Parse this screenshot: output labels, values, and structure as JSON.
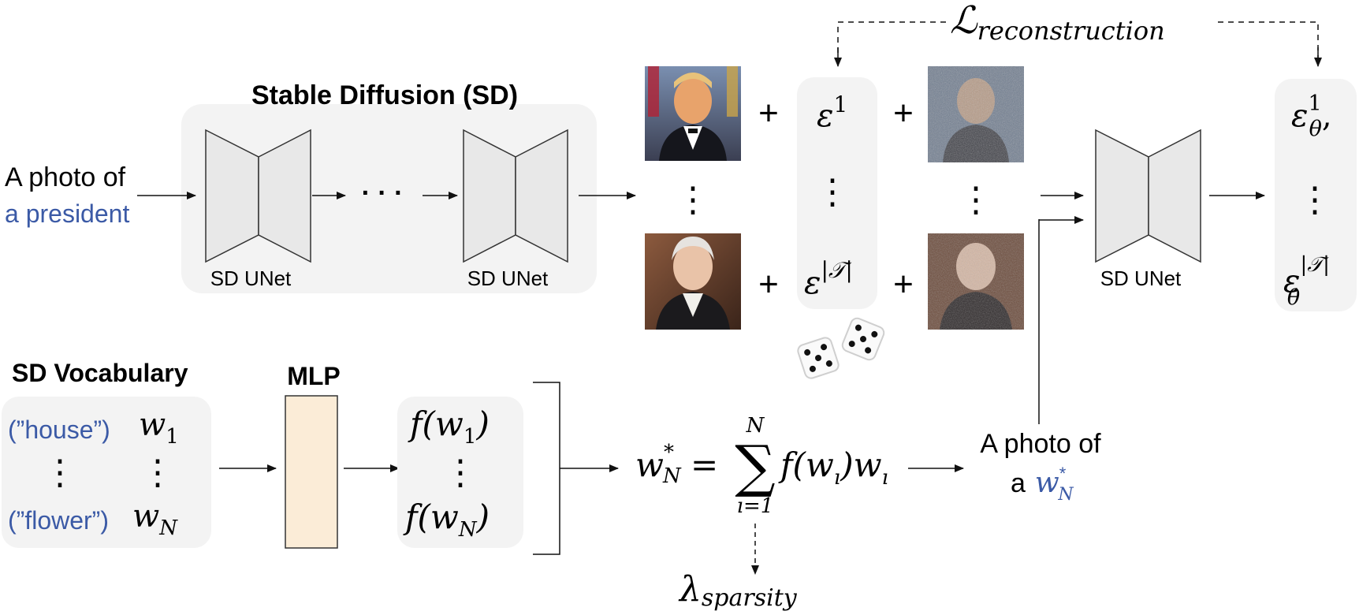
{
  "colors": {
    "panel": "#f3f3f3",
    "unet_fill": "#e8e8e8",
    "unet_stroke": "#333333",
    "mlp_fill": "#fbecd7",
    "blue_text": "#3b5aa6",
    "arrow": "#111111"
  },
  "prompt": {
    "line1": "A photo of",
    "line2": "a president"
  },
  "sd_block": {
    "title": "Stable Diffusion (SD)",
    "unet_label_1": "SD UNet",
    "unet_label_2": "SD UNet",
    "ellipsis": "· · ·"
  },
  "noise": {
    "plus": "+",
    "eps_top": "ε",
    "eps_top_sup": "1",
    "eps_bottom": "ε",
    "eps_bottom_sup": "|𝒯|",
    "vdots": "⋮"
  },
  "images": {
    "top_clean": "portrait with flags",
    "bottom_clean": "painted portrait",
    "top_noisy": "noisy portrait",
    "bottom_noisy": "noisy painted portrait",
    "dice": "dice-icon"
  },
  "loss": {
    "reconstruction_symbol": "ℒ",
    "reconstruction_sub": "reconstruction",
    "sparsity_symbol": "λ",
    "sparsity_sub": "sparsity"
  },
  "right_unet": {
    "label": "SD UNet"
  },
  "output": {
    "eps_top": "ε",
    "eps_top_sup": "1",
    "eps_top_sub": "θ",
    "eps_top_comma": ",",
    "eps_bottom": "ε",
    "eps_bottom_sup": "|𝒯|",
    "eps_bottom_sub": "θ"
  },
  "vocabulary": {
    "title": "SD Vocabulary",
    "word_top": "(”house”)",
    "word_bottom": "(”flower”)",
    "w_top": "w",
    "w_top_sub": "1",
    "w_bottom": "w",
    "w_bottom_sub": "N"
  },
  "mlp": {
    "title": "MLP"
  },
  "mlp_out": {
    "top": "f(w",
    "top_sub": "1",
    "top_close": ")",
    "bottom": "f(w",
    "bottom_sub": "N",
    "bottom_close": ")"
  },
  "equation": {
    "lhs": "w",
    "lhs_sup": "*",
    "lhs_sub": "N",
    "equals": "=",
    "sigma": "∑",
    "upper": "N",
    "lower": "ı=1",
    "body_f": "f(w",
    "body_i": "ı",
    "body_close": ")w",
    "body_i2": "ı"
  },
  "new_prompt": {
    "line1": "A photo of",
    "line2_prefix": "a",
    "token": "w",
    "token_sup": "*",
    "token_sub": "N"
  }
}
